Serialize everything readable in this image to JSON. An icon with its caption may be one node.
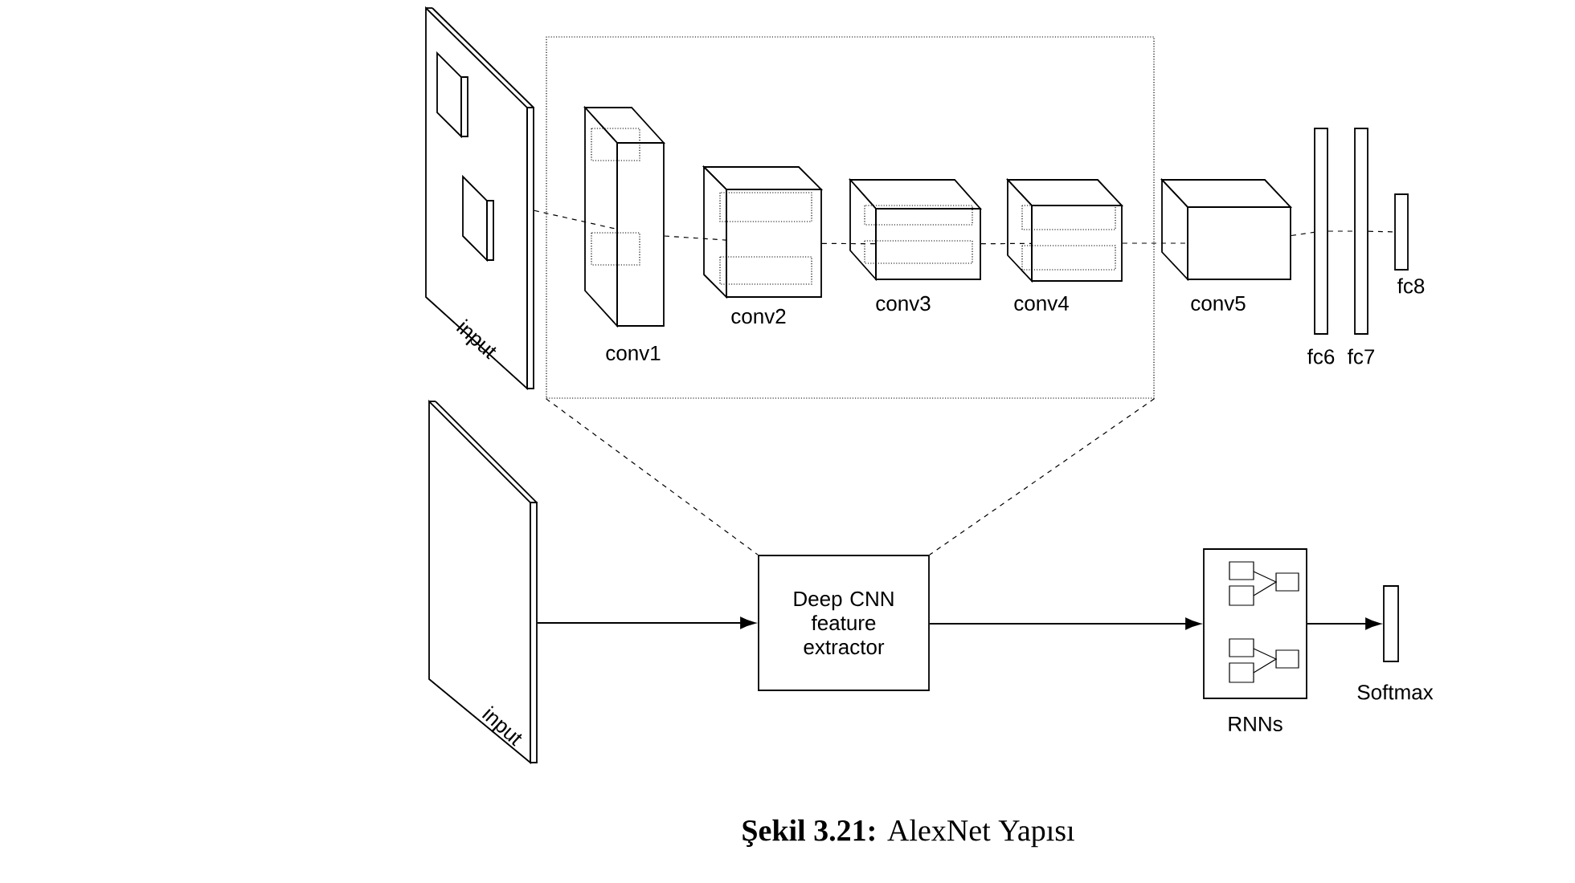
{
  "diagram": {
    "caption": "**Şekil 3.21:** AlexNet Yapısı",
    "nodes": [
      {
        "text": [
          "input"
        ]
      },
      {
        "text": [],
        "shape": "box"
      },
      {
        "text": [
          "conv1"
        ],
        "in": 1
      },
      {
        "text": [
          "conv2"
        ],
        "in": 1
      },
      {
        "text": [
          "conv3"
        ],
        "in": 1
      },
      {
        "text": [
          "conv4"
        ],
        "in": 1
      },
      {
        "text": [
          "conv5"
        ]
      },
      {
        "text": [
          "fc6"
        ]
      },
      {
        "text": [
          "fc7"
        ]
      },
      {
        "text": [
          "fc8"
        ]
      },
      {
        "text": [
          "input"
        ]
      },
      {
        "text": [
          "Deep CNN feature extractor"
        ]
      },
      {
        "text": [
          "RNNs"
        ]
      },
      {
        "text": [
          "Softmax"
        ]
      }
    ],
    "edges": [
      {
        "from": 0,
        "to": 2,
        "arrow": "none",
        "style": "dashed"
      },
      {
        "from": 2,
        "to": 3,
        "arrow": "none",
        "style": "dashed"
      },
      {
        "from": 3,
        "to": 4,
        "arrow": "none",
        "style": "dashed"
      },
      {
        "from": 4,
        "to": 5,
        "arrow": "none",
        "style": "dashed"
      },
      {
        "from": 5,
        "to": 6,
        "arrow": "none",
        "style": "dashed"
      },
      {
        "from": 6,
        "to": 7,
        "arrow": "none",
        "style": "dashed"
      },
      {
        "from": 7,
        "to": 8,
        "arrow": "none",
        "style": "dashed"
      },
      {
        "from": 8,
        "to": 9,
        "arrow": "none",
        "style": "dashed"
      },
      {
        "from": 1,
        "to": 11,
        "arrow": "none",
        "style": "dashed"
      },
      {
        "from": 1,
        "to": 11,
        "arrow": "none",
        "style": "dashed"
      },
      {
        "from": 10,
        "to": 11,
        "arrow": "to"
      },
      {
        "from": 11,
        "to": 12,
        "arrow": "to"
      },
      {
        "from": 12,
        "to": 13,
        "arrow": "to"
      }
    ]
  }
}
